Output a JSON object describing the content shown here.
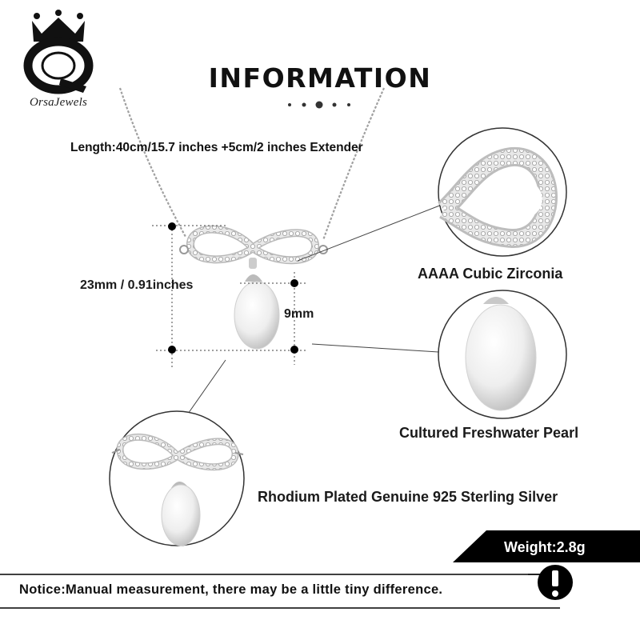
{
  "brand": {
    "name": "OrsaJewels"
  },
  "header": {
    "title": "INFORMATION"
  },
  "specs": {
    "length": "Length:40cm/15.7 inches +5cm/2 inches Extender",
    "height": "23mm / 0.91inches",
    "pearl_size": "9mm",
    "zircon": "AAAA Cubic Zirconia",
    "pearl": "Cultured Freshwater Pearl",
    "material": "Rhodium Plated Genuine 925 Sterling Silver",
    "weight": "Weight:2.8g"
  },
  "notice": {
    "text": "Notice:Manual measurement, there may be a little tiny difference.",
    "icon": "exclamation-icon"
  },
  "colors": {
    "accent": "#000000",
    "silver": "#c9c9c9",
    "pearl": "#f2f2f2",
    "background": "#ffffff"
  }
}
